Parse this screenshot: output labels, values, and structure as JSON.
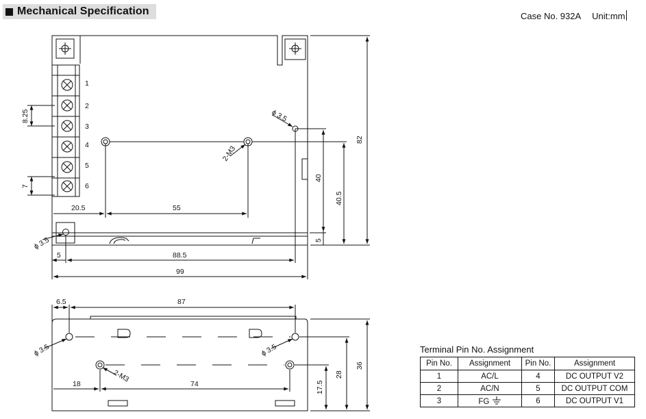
{
  "header": {
    "title": "Mechanical Specification"
  },
  "case_info": {
    "case_no": "Case No. 932A",
    "unit": "Unit:mm"
  },
  "top_view": {
    "terminal_numbers": [
      "1",
      "2",
      "3",
      "4",
      "5",
      "6"
    ],
    "dims": {
      "d_8_25": "8.25",
      "d_7": "7",
      "d_20_5": "20.5",
      "d_55": "55",
      "d_5_left": "5",
      "d_88_5": "88.5",
      "d_99": "99",
      "d_82": "82",
      "d_40": "40",
      "d_40_5": "40.5",
      "d_5_right": "5",
      "hole_left": "ϕ 3.5",
      "hole_right": "ϕ 3.5",
      "thread": "2-M3"
    }
  },
  "side_view": {
    "dims": {
      "d_6_5": "6.5",
      "d_87": "87",
      "d_18": "18",
      "d_74": "74",
      "d_17_5": "17.5",
      "d_28": "28",
      "d_36": "36",
      "hole_left": "ϕ 3.5",
      "hole_right": "ϕ 3.5",
      "thread": "2-M3"
    }
  },
  "terminal_table": {
    "title": "Terminal Pin No.  Assignment",
    "headers": [
      "Pin No.",
      "Assignment",
      "Pin No.",
      "Assignment"
    ],
    "rows": [
      {
        "pin_a": "1",
        "assign_a": "AC/L",
        "pin_b": "4",
        "assign_b": "DC OUTPUT V2"
      },
      {
        "pin_a": "2",
        "assign_a": "AC/N",
        "pin_b": "5",
        "assign_b": "DC OUTPUT COM"
      },
      {
        "pin_a": "3",
        "assign_a": "FG",
        "pin_b": "6",
        "assign_b": "DC OUTPUT V1"
      }
    ]
  }
}
